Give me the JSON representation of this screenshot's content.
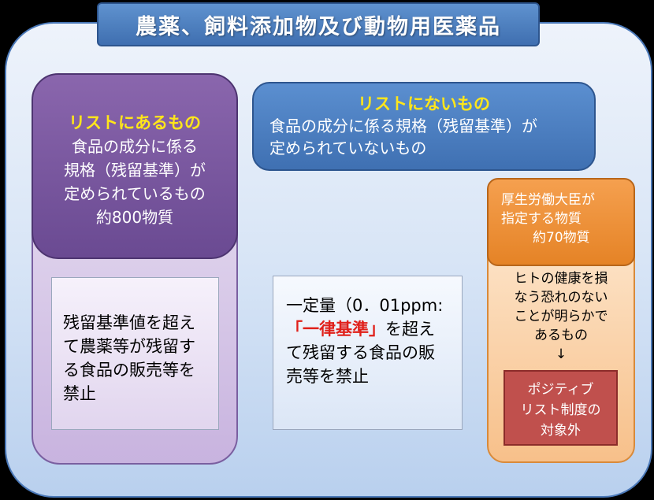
{
  "title": "農薬、飼料添加物及び動物用医薬品",
  "left": {
    "heading": "リストにあるもの",
    "lines": [
      "食品の成分に係る",
      "規格（残留基準）が",
      "定められているもの",
      "約800物質"
    ],
    "box_lines": [
      "残留基準値を超え",
      "て農薬等が残留す",
      "る食品の販売等を",
      "禁止"
    ]
  },
  "middle": {
    "heading": "リストにないもの",
    "lines": [
      "食品の成分に係る規格（残留基準）が",
      "定められていないもの"
    ],
    "box_line1": "一定量（0．01ppm:",
    "box_red": "「一律基準」",
    "box_line2_rest": "を超え",
    "box_lines_rest": [
      "て残留する食品の販",
      "売等を禁止"
    ]
  },
  "right": {
    "heading_lines": [
      "厚生労働大臣が",
      "指定する物質",
      "約70物質"
    ],
    "body_lines": [
      "ヒトの健康を損",
      "なう恐れのない",
      "ことが明らかで",
      "あるもの",
      "↓"
    ],
    "box_lines": [
      "ポジティブ",
      "リスト制度の",
      "対象外"
    ]
  }
}
